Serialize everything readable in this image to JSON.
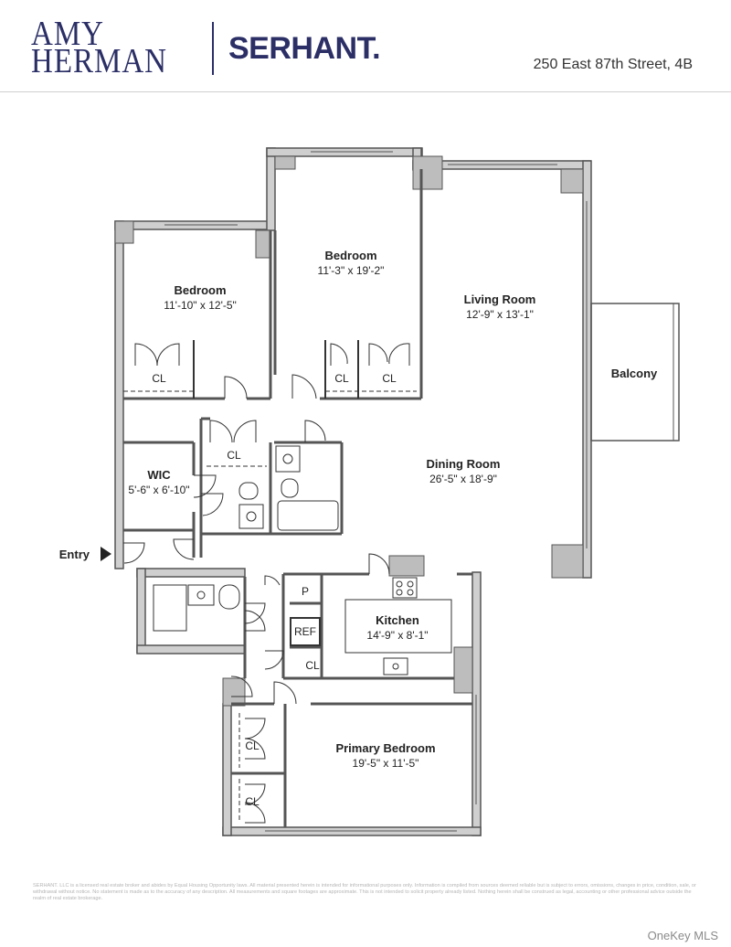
{
  "header": {
    "brand_first": "AMY",
    "brand_last": "HERMAN",
    "brokerage": "SERHANT.",
    "address": "250 East 87th Street, 4B"
  },
  "rooms": {
    "bedroom_left": {
      "name": "Bedroom",
      "dims": "11'-10\" x 12'-5\""
    },
    "bedroom_middle": {
      "name": "Bedroom",
      "dims": "11'-3\" x 19'-2\""
    },
    "living_room": {
      "name": "Living Room",
      "dims": "12'-9\" x 13'-1\""
    },
    "balcony": {
      "name": "Balcony"
    },
    "wic": {
      "name": "WIC",
      "dims": "5'-6\" x 6'-10\""
    },
    "dining_room": {
      "name": "Dining Room",
      "dims": "26'-5\" x 18'-9\""
    },
    "kitchen": {
      "name": "Kitchen",
      "dims": "14'-9\" x 8'-1\""
    },
    "primary_bedroom": {
      "name": "Primary Bedroom",
      "dims": "19'-5\" x 11'-5\""
    }
  },
  "labels": {
    "closet": "CL",
    "entry": "Entry",
    "pantry": "P",
    "refrigerator": "REF"
  },
  "footer": {
    "disclaimer": "SERHANT. LLC is a licensed real estate broker and abides by Equal Housing Opportunity laws. All material presented herein is intended for informational purposes only. Information is compiled from sources deemed reliable but is subject to errors, omissions, changes in price, condition, sale, or withdrawal without notice. No statement is made as to the accuracy of any description. All measurements and square footages are approximate. This is not intended to solicit property already listed. Nothing herein shall be construed as legal, accounting or other professional advice outside the realm of real estate brokerage.",
    "watermark": "OneKey MLS"
  },
  "colors": {
    "brand": "#2b2f66",
    "wall": "#9a9a9a",
    "line": "#333333"
  }
}
